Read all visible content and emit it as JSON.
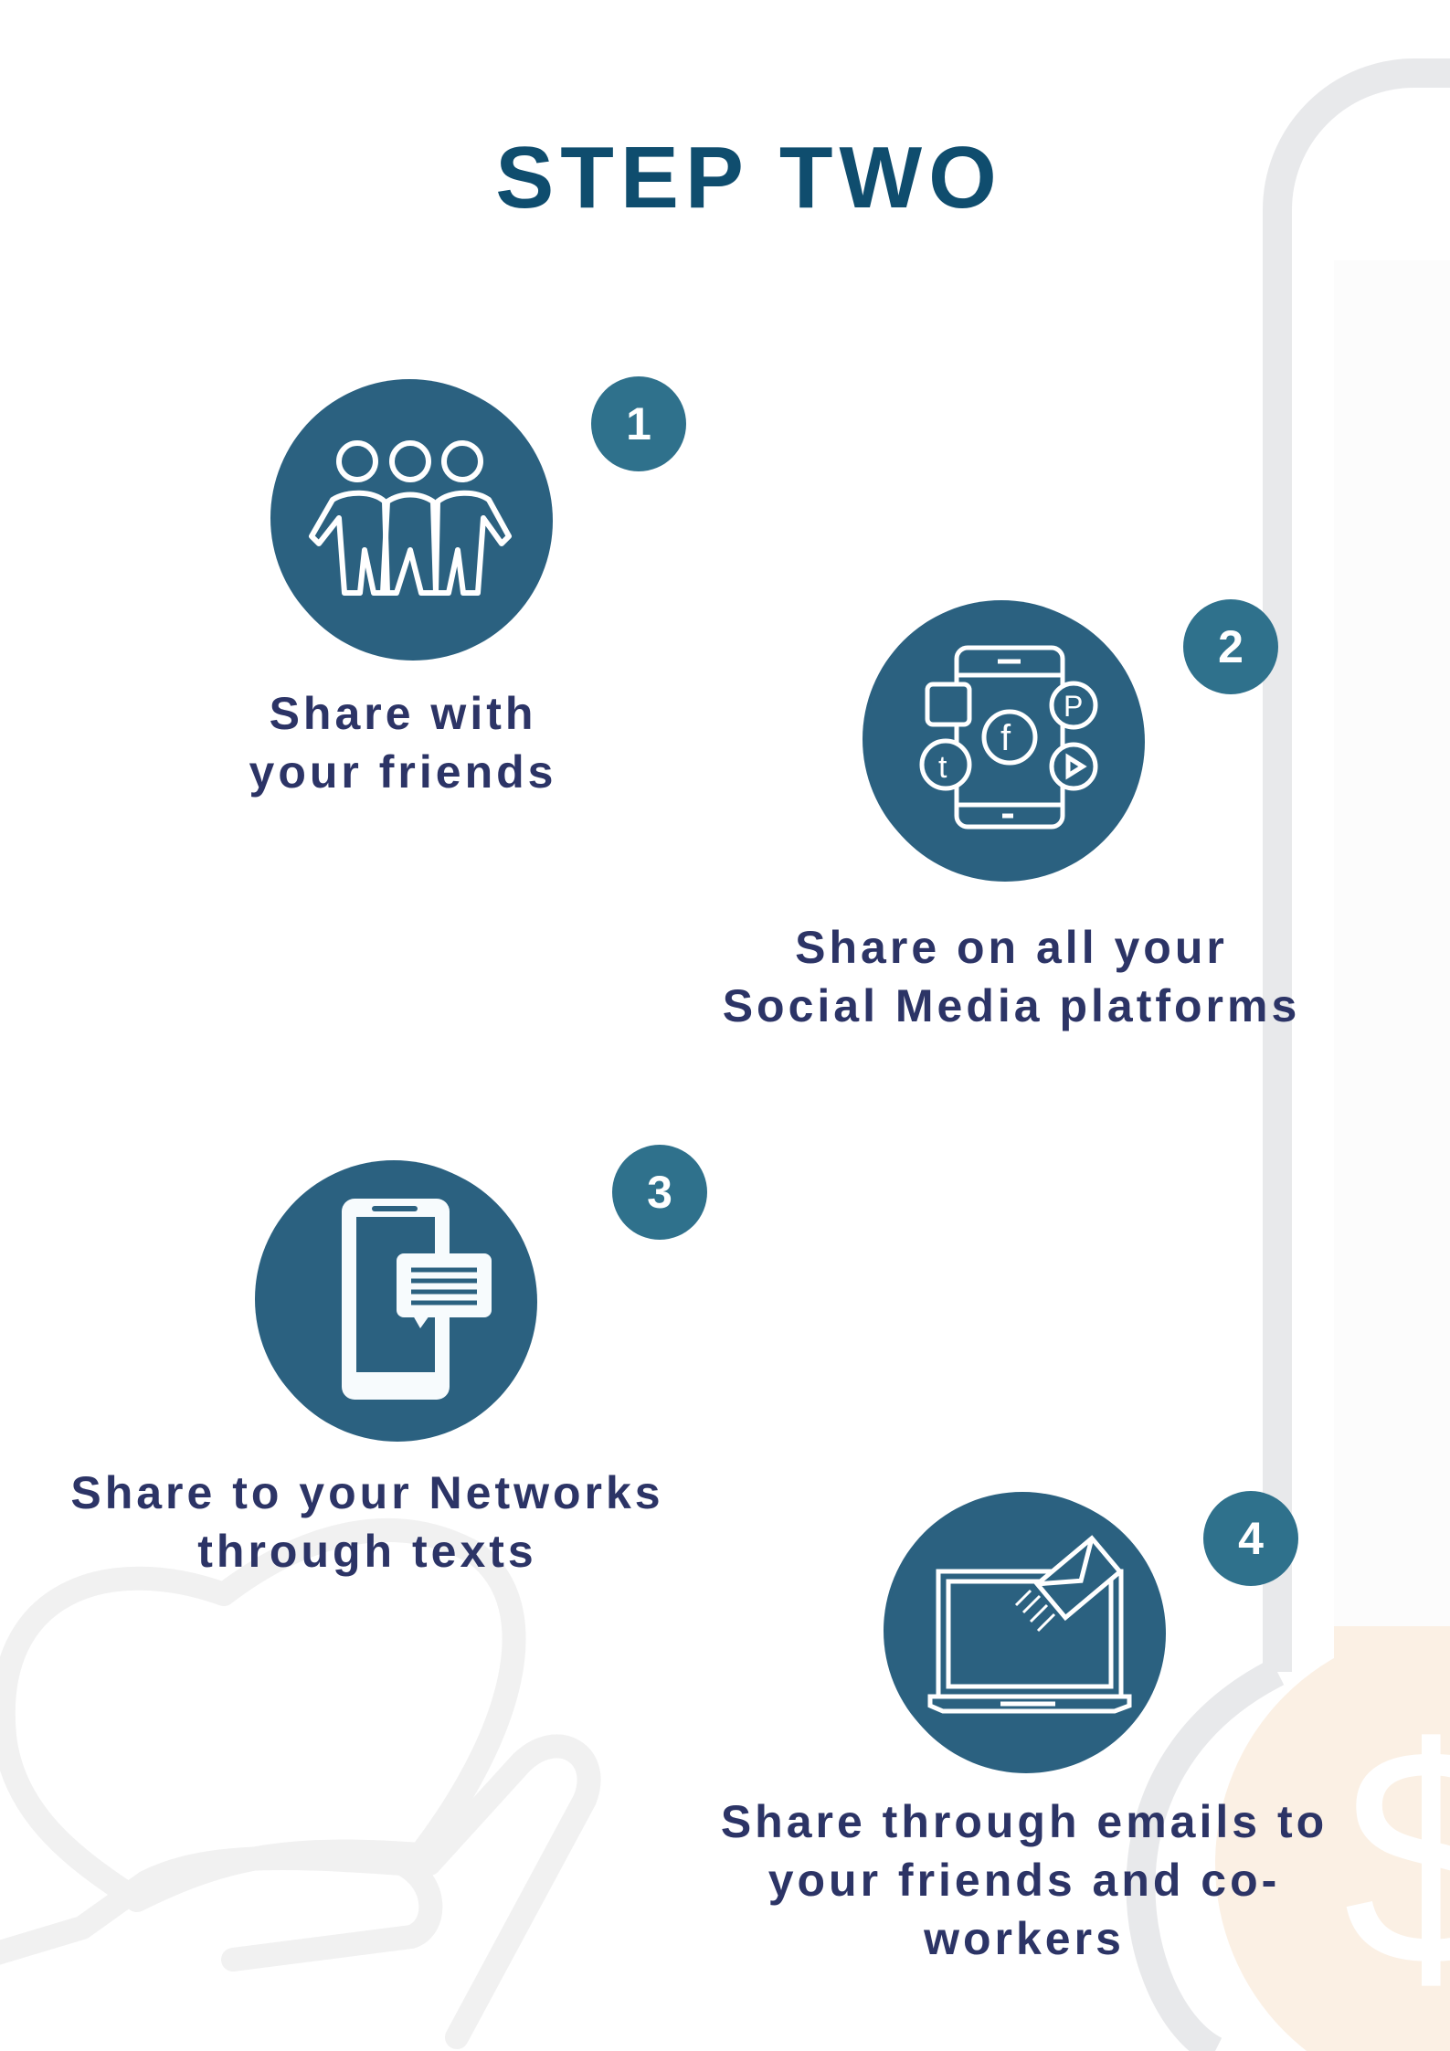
{
  "title": "STEP TWO",
  "colors": {
    "title": "#0f4d6e",
    "disc": "#2b6180",
    "badge": "#2f718c",
    "text": "#2c3466",
    "decor_gray": "#e8e9eb",
    "decor_peach": "#fbf0e4"
  },
  "steps": [
    {
      "number": "1",
      "icon": "friends-icon",
      "lines": [
        "Share with",
        "your friends"
      ]
    },
    {
      "number": "2",
      "icon": "social-media-phone-icon",
      "lines": [
        "Share on all your",
        "Social Media platforms"
      ]
    },
    {
      "number": "3",
      "icon": "phone-message-icon",
      "lines": [
        "Share to your Networks",
        "through texts"
      ]
    },
    {
      "number": "4",
      "icon": "laptop-email-icon",
      "lines": [
        "Share through emails to",
        "your friends and co-",
        "workers"
      ]
    }
  ]
}
